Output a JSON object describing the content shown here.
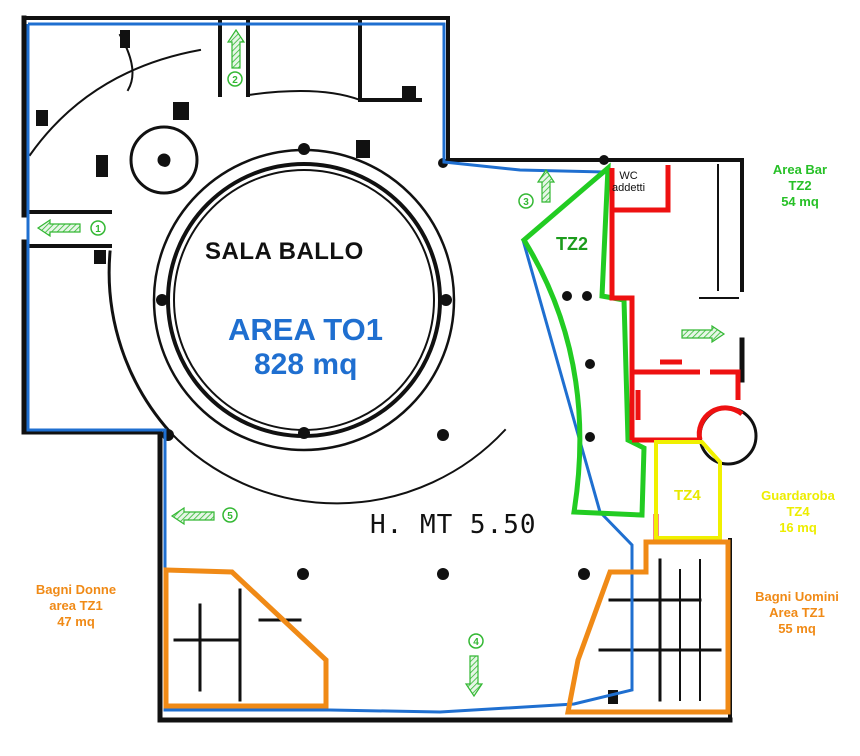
{
  "plan": {
    "main_room": "SALA BALLO",
    "area_name": "AREA TO1",
    "area_size": "828 mq",
    "height_label": "H. MT 5.50",
    "tz2_label": "TZ2",
    "tz4_label": "TZ4",
    "wc_line1": "WC",
    "wc_line2": "addetti"
  },
  "zones": {
    "bar": {
      "title": "Area Bar",
      "code": "TZ2",
      "size": "54 mq"
    },
    "guardaroba": {
      "title": "Guardaroba",
      "code": "TZ4",
      "size": "16 mq"
    },
    "bagni_uomini": {
      "title": "Bagni Uomini",
      "code": "Area TZ1",
      "size": "55 mq"
    },
    "bagni_donne": {
      "title": "Bagni Donne",
      "code": "area TZ1",
      "size": "47 mq"
    }
  },
  "exits": [
    "1",
    "2",
    "3",
    "4",
    "5"
  ],
  "colors": {
    "area_to1": "#1f6fd0",
    "tz2": "#22cc22",
    "tz4": "#f0f000",
    "tz1": "#f08a16",
    "tz3_outline": "#ee1111",
    "walls": "#111111",
    "exit_arrow": "#33b833"
  },
  "icons": [
    "exit-arrow-icon",
    "column-dot-icon",
    "door-swing-icon"
  ]
}
